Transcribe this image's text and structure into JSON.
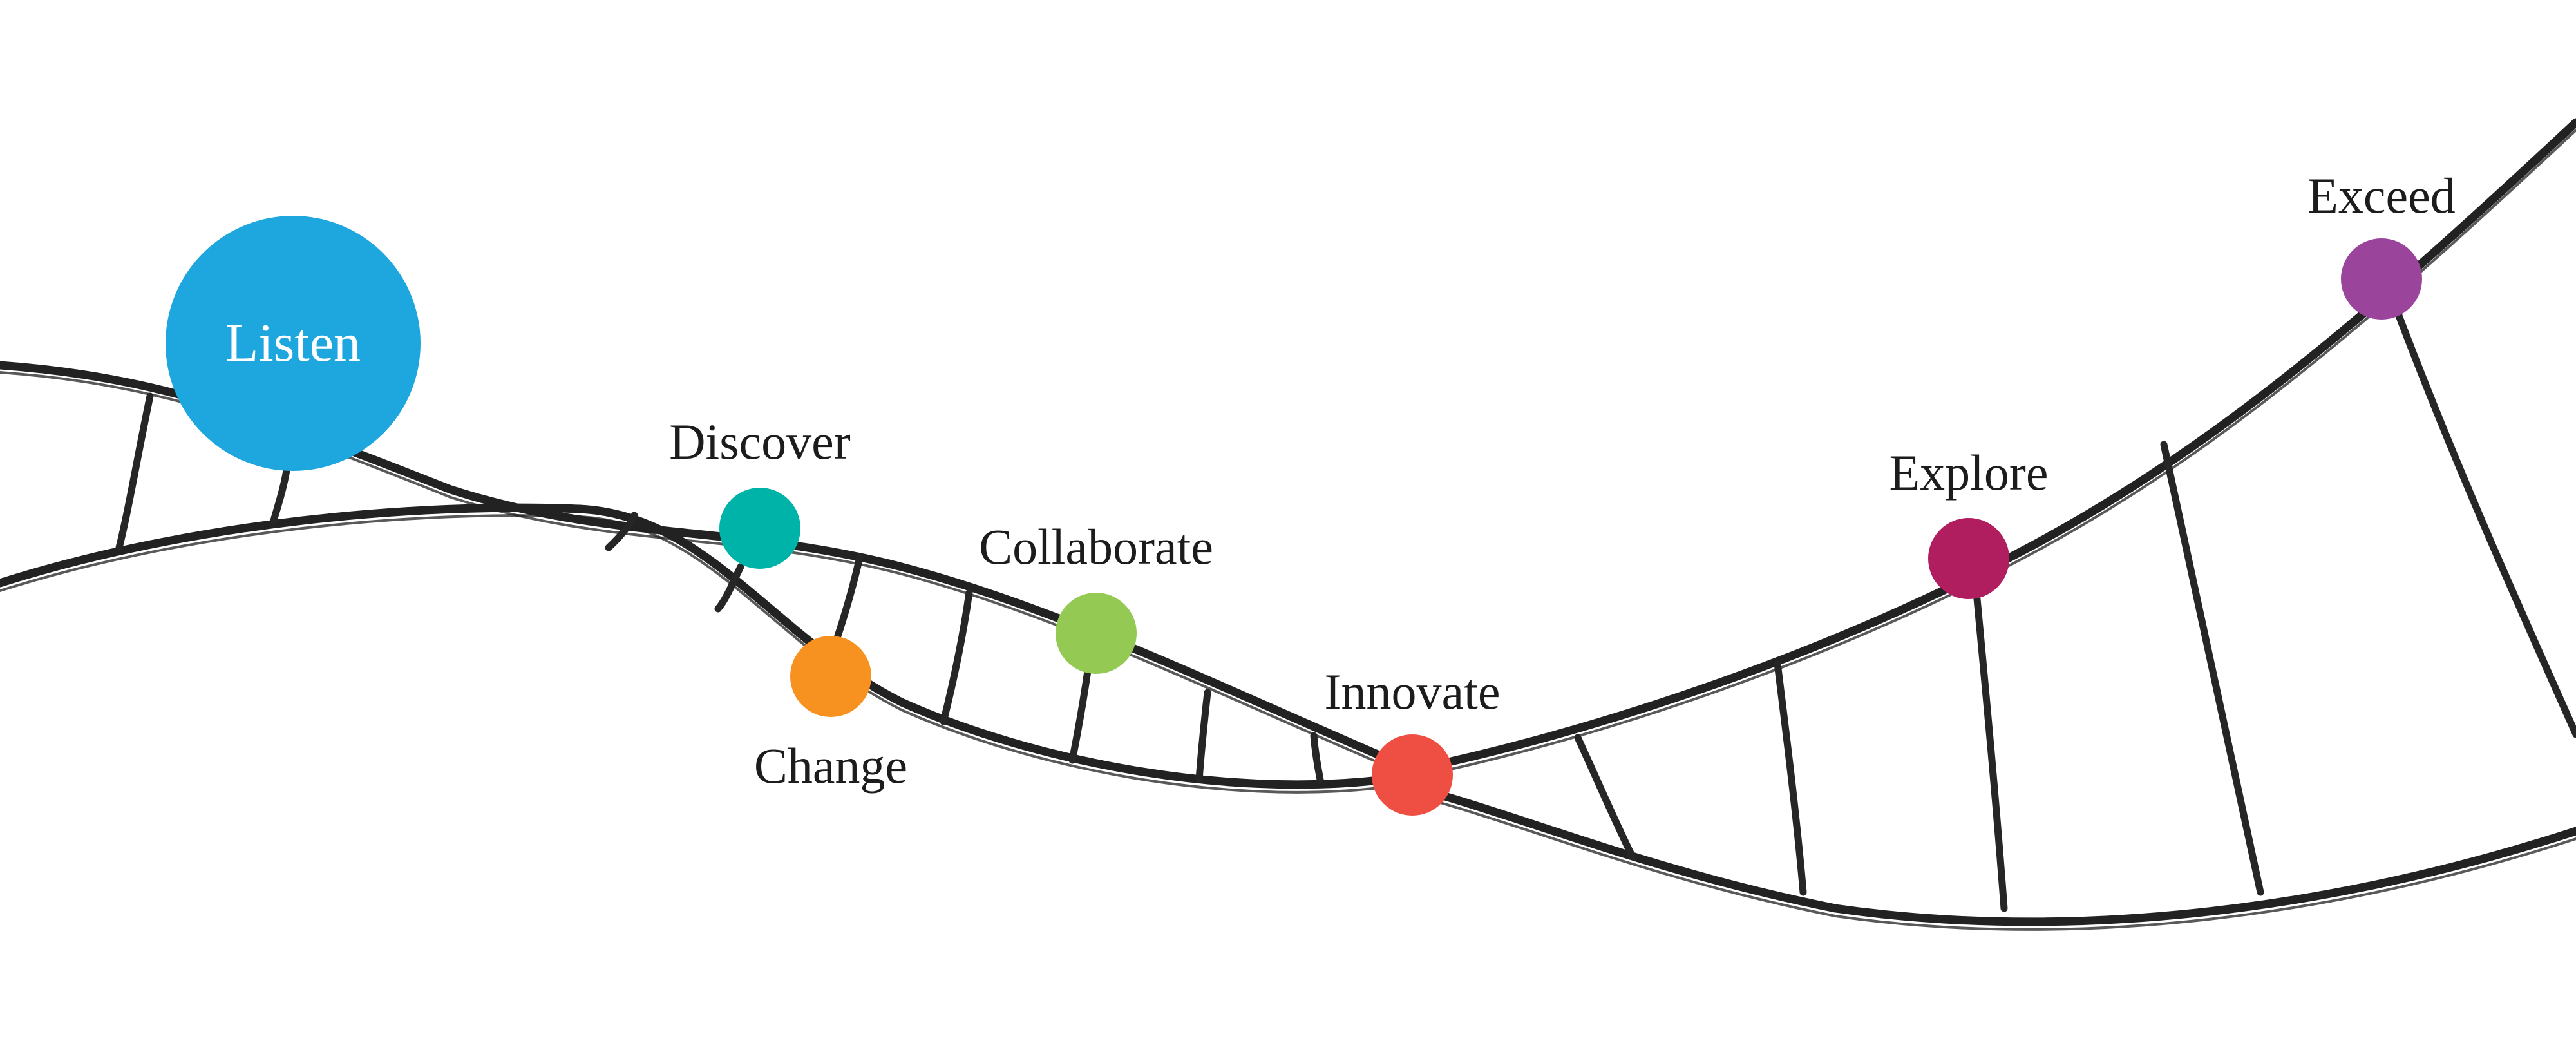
{
  "nodes": [
    {
      "id": "listen",
      "label": "Listen",
      "color": "#1ea7df"
    },
    {
      "id": "discover",
      "label": "Discover",
      "color": "#00b3a8"
    },
    {
      "id": "change",
      "label": "Change",
      "color": "#f7911f"
    },
    {
      "id": "collaborate",
      "label": "Collaborate",
      "color": "#94c954"
    },
    {
      "id": "innovate",
      "label": "Innovate",
      "color": "#ef4f43"
    },
    {
      "id": "explore",
      "label": "Explore",
      "color": "#b01e5f"
    },
    {
      "id": "exceed",
      "label": "Exceed",
      "color": "#9a459b"
    }
  ]
}
